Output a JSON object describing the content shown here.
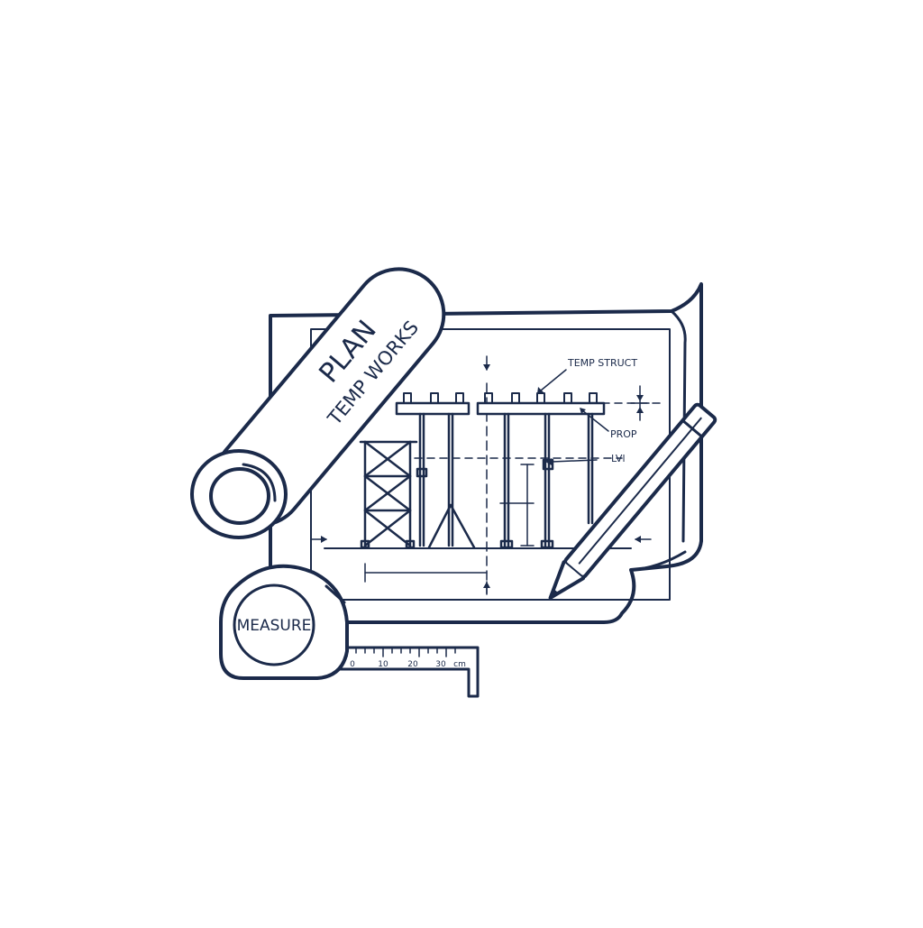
{
  "colors": {
    "ink": "#1b2a4a",
    "paper": "#ffffff"
  },
  "roll": {
    "title": "PLAN",
    "subtitle": "TEMP WORKS"
  },
  "drawing": {
    "labels": {
      "temp_struct": "TEMP STRUCT",
      "prop": "PROP",
      "lvl": "LVl"
    }
  },
  "tape": {
    "label": "MEASURE",
    "ticks": [
      "0",
      "10",
      "20",
      "30"
    ],
    "unit": "cm"
  },
  "icons": [
    "rolled-plan-icon",
    "pencil-icon",
    "tape-measure-icon",
    "scaffold-tower-icon",
    "prop-icon"
  ]
}
